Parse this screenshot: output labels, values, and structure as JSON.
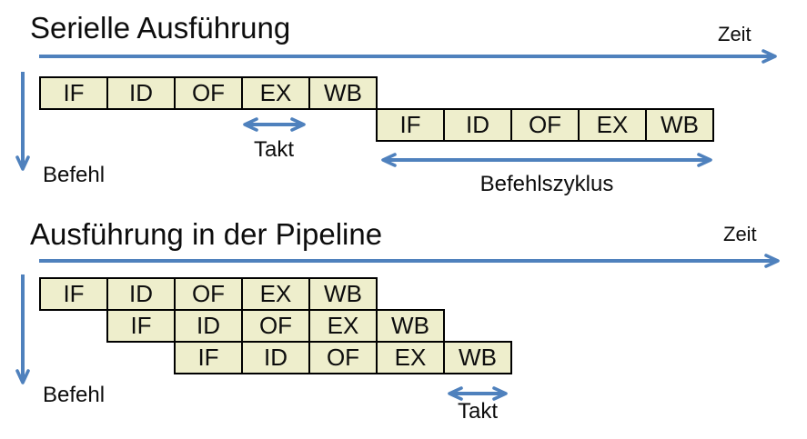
{
  "colors": {
    "accent_blue": "#4F81BD",
    "box_fill": "#EEEECC",
    "box_border": "#000000",
    "text": "#0d0d0d"
  },
  "stages": [
    "IF",
    "ID",
    "OF",
    "EX",
    "WB"
  ],
  "serial": {
    "title": "Serielle Ausführung",
    "zeit_label": "Zeit",
    "befehl_label": "Befehl",
    "takt_label": "Takt",
    "befehlszyklus_label": "Befehlszyklus"
  },
  "pipeline": {
    "title": "Ausführung in der Pipeline",
    "zeit_label": "Zeit",
    "befehl_label": "Befehl",
    "takt_label": "Takt"
  }
}
